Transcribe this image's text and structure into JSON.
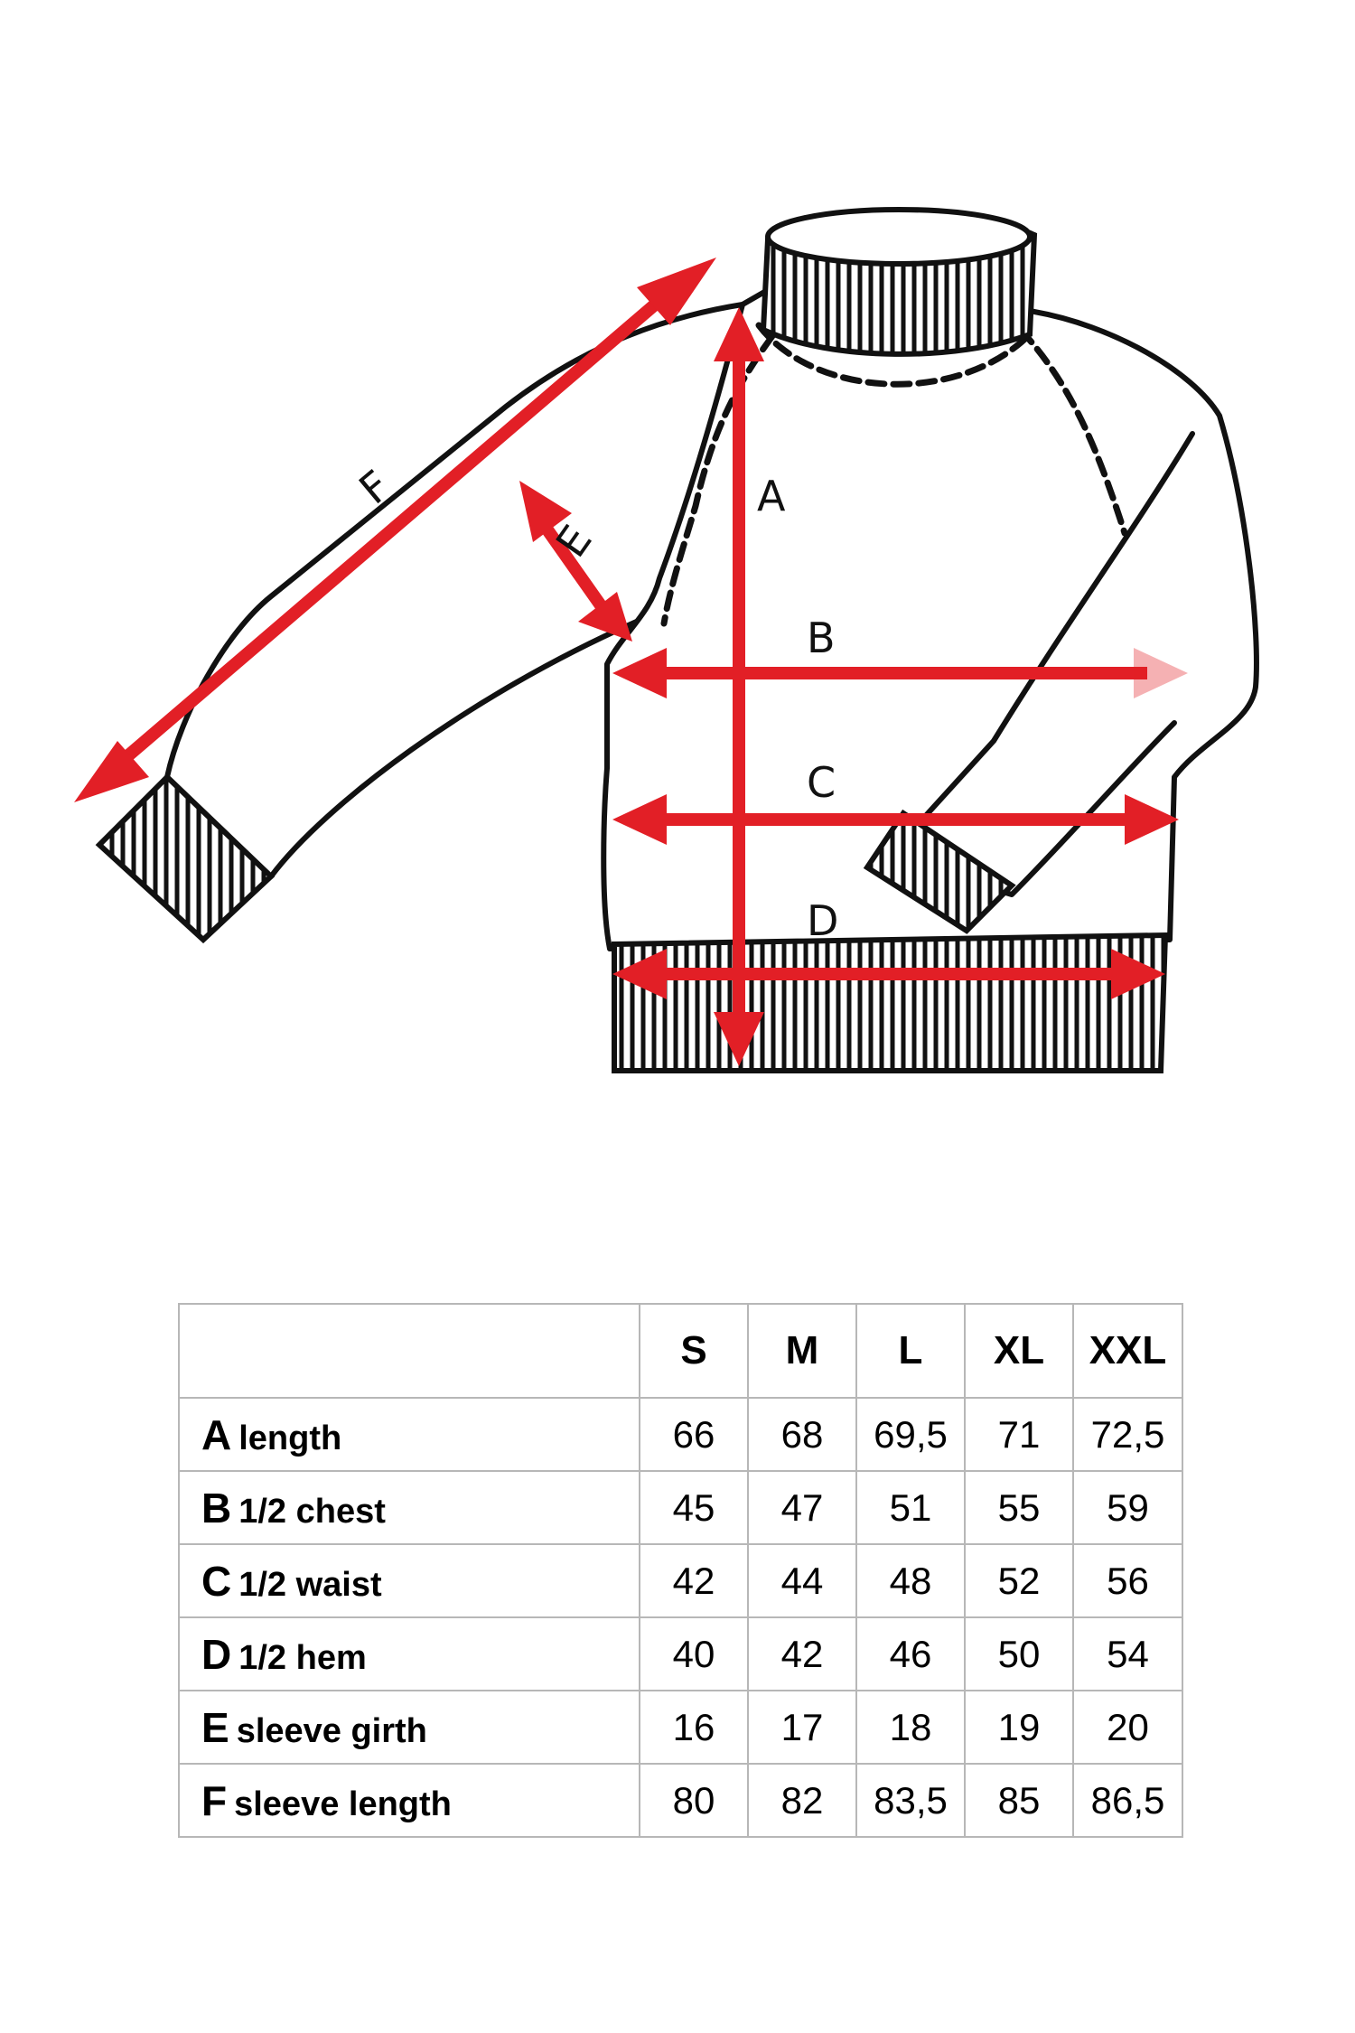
{
  "diagram": {
    "arrow_color": "#e21f26",
    "letters": [
      "A",
      "B",
      "C",
      "D",
      "E",
      "F"
    ]
  },
  "table": {
    "sizes": [
      "S",
      "M",
      "L",
      "XL",
      "XXL"
    ],
    "rows": [
      {
        "letter": "A",
        "name": "length",
        "values": [
          "66",
          "68",
          "69,5",
          "71",
          "72,5"
        ]
      },
      {
        "letter": "B",
        "name": "1/2 chest",
        "values": [
          "45",
          "47",
          "51",
          "55",
          "59"
        ]
      },
      {
        "letter": "C",
        "name": "1/2 waist",
        "values": [
          "42",
          "44",
          "48",
          "52",
          "56"
        ]
      },
      {
        "letter": "D",
        "name": "1/2 hem",
        "values": [
          "40",
          "42",
          "46",
          "50",
          "54"
        ]
      },
      {
        "letter": "E",
        "name": "sleeve girth",
        "values": [
          "16",
          "17",
          "18",
          "19",
          "20"
        ]
      },
      {
        "letter": "F",
        "name": "sleeve length",
        "values": [
          "80",
          "82",
          "83,5",
          "85",
          "86,5"
        ]
      }
    ]
  }
}
